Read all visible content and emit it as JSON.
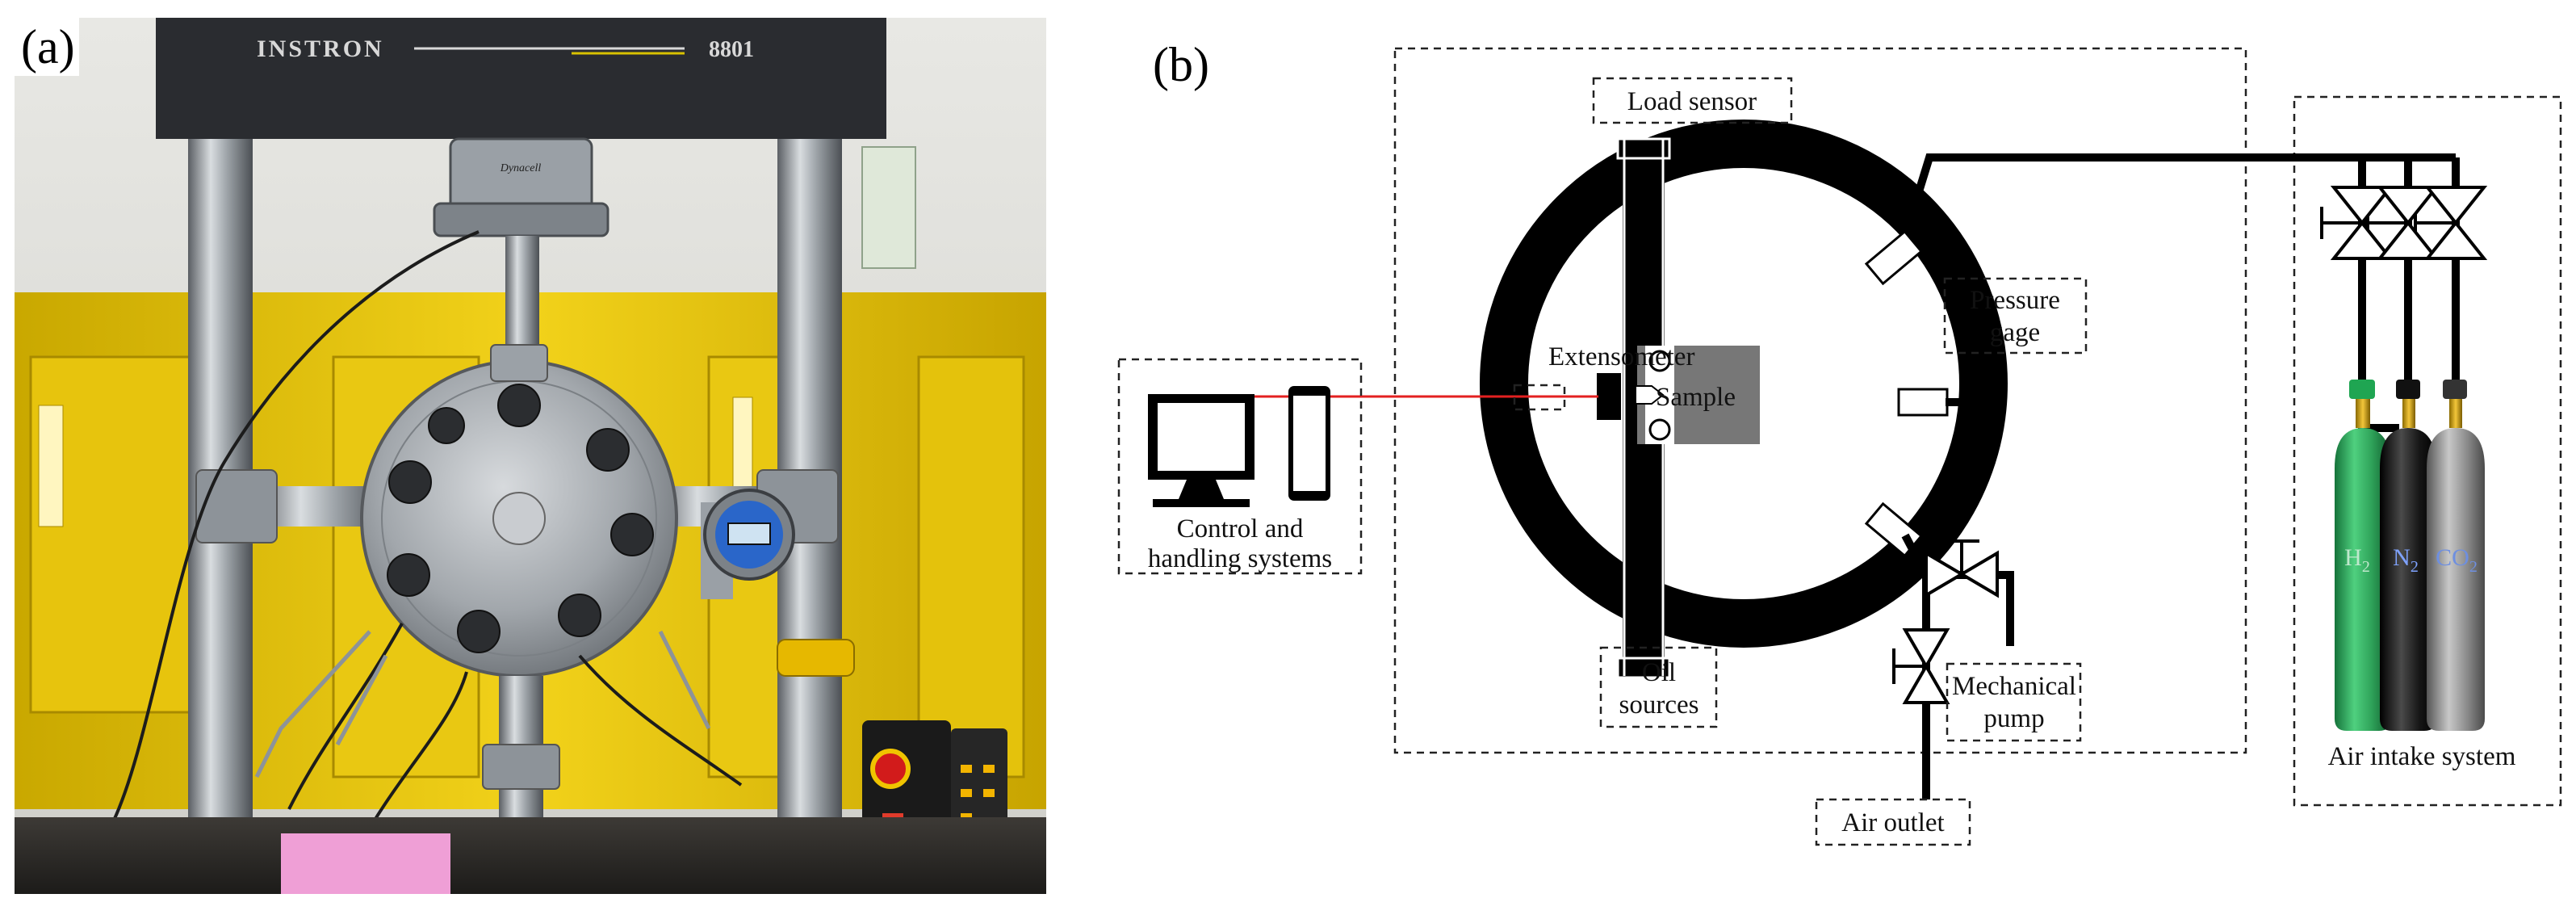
{
  "panel_a": {
    "label": "(a)",
    "machine_brand": "INSTRON",
    "machine_model": "8801",
    "load_cell_brand": "Dynacell"
  },
  "panel_b": {
    "label": "(b)",
    "labels": {
      "load_sensor": "Load sensor",
      "extensometer": "Extensometer",
      "sample": "Sample",
      "pressure_gage": [
        "Pressure",
        "gage"
      ],
      "control": [
        "Control and",
        "handling systems"
      ],
      "oil_sources": [
        "Oil",
        "sources"
      ],
      "mechanical_pump": [
        "Mechanical",
        "pump"
      ],
      "air_outlet": "Air outlet",
      "air_intake": "Air intake system"
    },
    "cylinders": [
      {
        "formula": "H",
        "subscript": "2",
        "color": "#2fa35a"
      },
      {
        "formula": "N",
        "subscript": "2",
        "color": "#111111"
      },
      {
        "formula": "CO",
        "subscript": "2",
        "color": "#8a8a8a"
      }
    ]
  }
}
